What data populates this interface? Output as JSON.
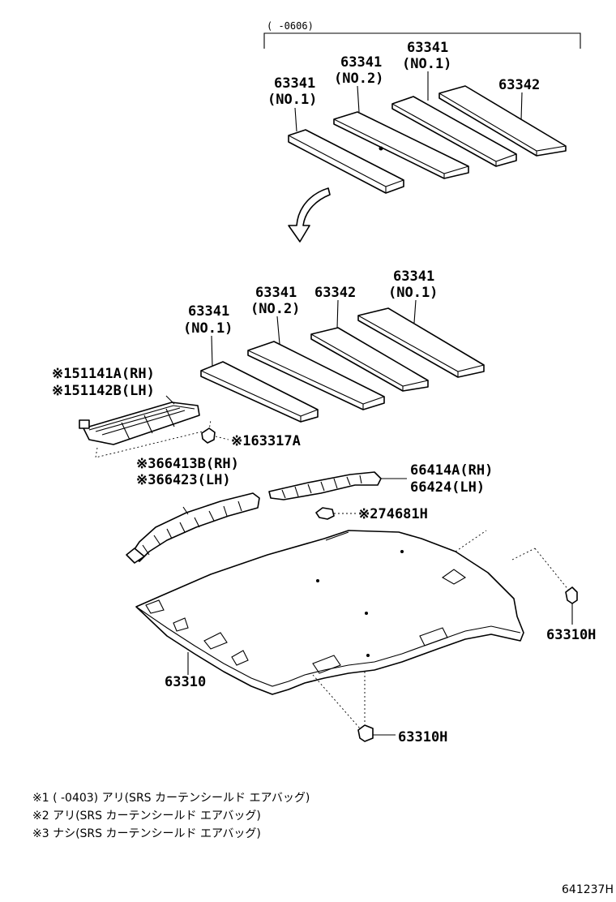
{
  "top_group": {
    "bracket_label": "(    -0606)",
    "labels": [
      {
        "id": "t1a",
        "text": "63341"
      },
      {
        "id": "t1b",
        "text": "(NO.1)"
      },
      {
        "id": "t2a",
        "text": "63341"
      },
      {
        "id": "t2b",
        "text": "(NO.2)"
      },
      {
        "id": "t3a",
        "text": "63341"
      },
      {
        "id": "t3b",
        "text": "(NO.1)"
      },
      {
        "id": "t4a",
        "text": "63342"
      }
    ]
  },
  "mid_group": {
    "labels": [
      {
        "id": "m1a",
        "text": "63341"
      },
      {
        "id": "m1b",
        "text": "(NO.1)"
      },
      {
        "id": "m2a",
        "text": "63341"
      },
      {
        "id": "m2b",
        "text": "(NO.2)"
      },
      {
        "id": "m3a",
        "text": "63342"
      },
      {
        "id": "m4a",
        "text": "63341"
      },
      {
        "id": "m4b",
        "text": "(NO.1)"
      }
    ]
  },
  "parts": {
    "visor_rh": "※151141A(RH)",
    "visor_lh": "※151142B(LH)",
    "clip_63317a": "※163317A",
    "rail_left_rh": "※366413B(RH)",
    "rail_left_lh": "※366423(LH)",
    "rail_right_rh": "66414A(RH)",
    "rail_right_lh": "66424(LH)",
    "clip_74681h": "※274681H",
    "headliner": "63310",
    "clip_right": "63310H",
    "clip_bottom": "63310H"
  },
  "notes": [
    "※1 (    -0403) アリ(SRS カーテンシールド エアバッグ)",
    "※2 アリ(SRS カーテンシールド エアバッグ)",
    "※3 ナシ(SRS カーテンシールド エアバッグ)"
  ],
  "diagram_code": "641237H"
}
